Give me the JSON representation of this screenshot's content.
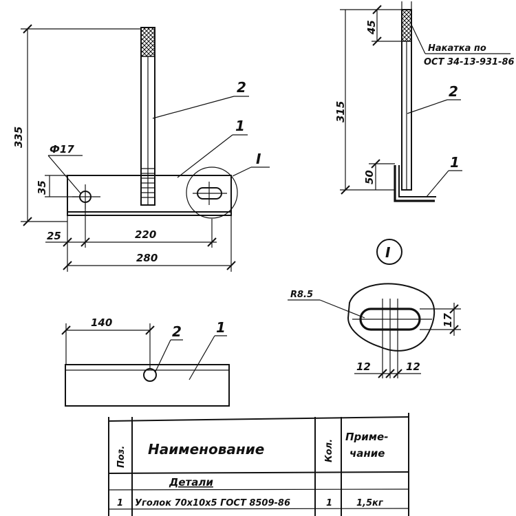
{
  "front_view": {
    "dim_height": "335",
    "dim_hole": "Ф17",
    "dim_slot_offset": "35",
    "dim_edge": "25",
    "dim_between": "220",
    "dim_length": "280",
    "pos_1": "1",
    "pos_2": "2",
    "detail_ref": "I"
  },
  "side_view": {
    "dim_knurl": "45",
    "dim_rod": "315",
    "dim_angle": "50",
    "knurl_note_1": "Накатка по",
    "knurl_note_2": "ОСТ 34-13-931-86",
    "pos_1": "1",
    "pos_2": "2"
  },
  "detail_view": {
    "title": "I",
    "radius": "R8.5",
    "dim_height": "17",
    "dim_left": "12",
    "dim_right": "12"
  },
  "plan_view": {
    "dim_offset": "140",
    "pos_1": "1",
    "pos_2": "2"
  },
  "table": {
    "col_pos": "Поз.",
    "col_name": "Наименование",
    "col_qty": "Кол.",
    "col_note_1": "Приме-",
    "col_note_2": "чание",
    "section": "Детали",
    "rows": [
      {
        "pos": "1",
        "name": "Уголок 70х10х5 ГОСТ 8509-86",
        "qty": "1",
        "note": "1,5кг"
      }
    ]
  }
}
